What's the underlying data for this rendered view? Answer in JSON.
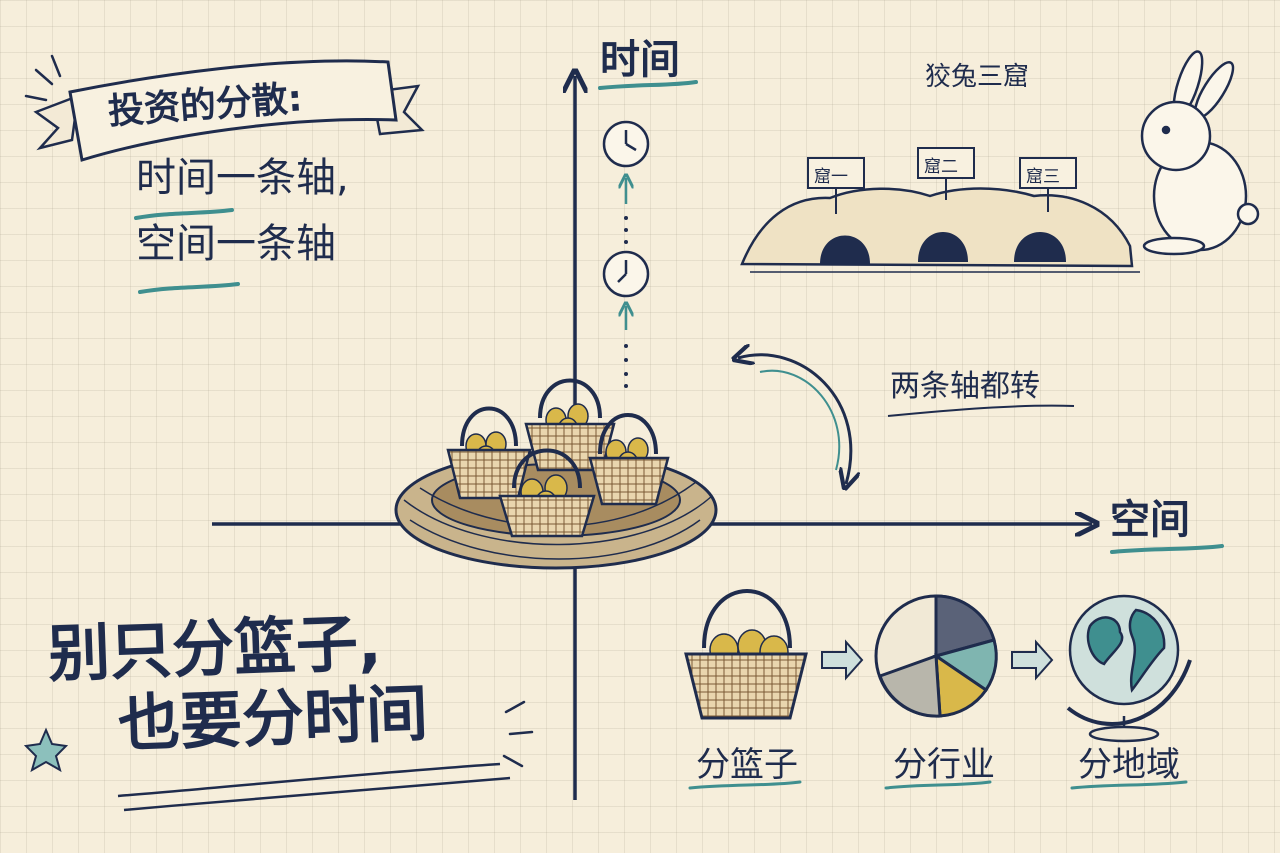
{
  "texts": {
    "title": "投资的分散:",
    "axis_line1": "时间一条轴,",
    "axis_line2": "空间一条轴",
    "time_axis": "时间",
    "space_axis": "空间",
    "rabbit_title": "狡兔三窟",
    "burrow1": "窟一",
    "burrow2": "窟二",
    "burrow3": "窟三",
    "rotate": "两条轴都转",
    "slogan_line1": "别只分篮子,",
    "slogan_line2": "也要分时间",
    "step_basket": "分篮子",
    "step_industry": "分行业",
    "step_region": "分地域"
  },
  "colors": {
    "ink": "#1f2c4d",
    "teal": "#3f8f8f",
    "gold": "#d9b84a",
    "paper": "#f6eedb"
  },
  "icons": [
    "clock-icon",
    "egg-basket-icon",
    "nest-icon",
    "rabbit-icon",
    "burrow-icon",
    "pie-chart-icon",
    "globe-icon",
    "star-icon",
    "arrow-right-icon",
    "curved-arrow-icon"
  ]
}
